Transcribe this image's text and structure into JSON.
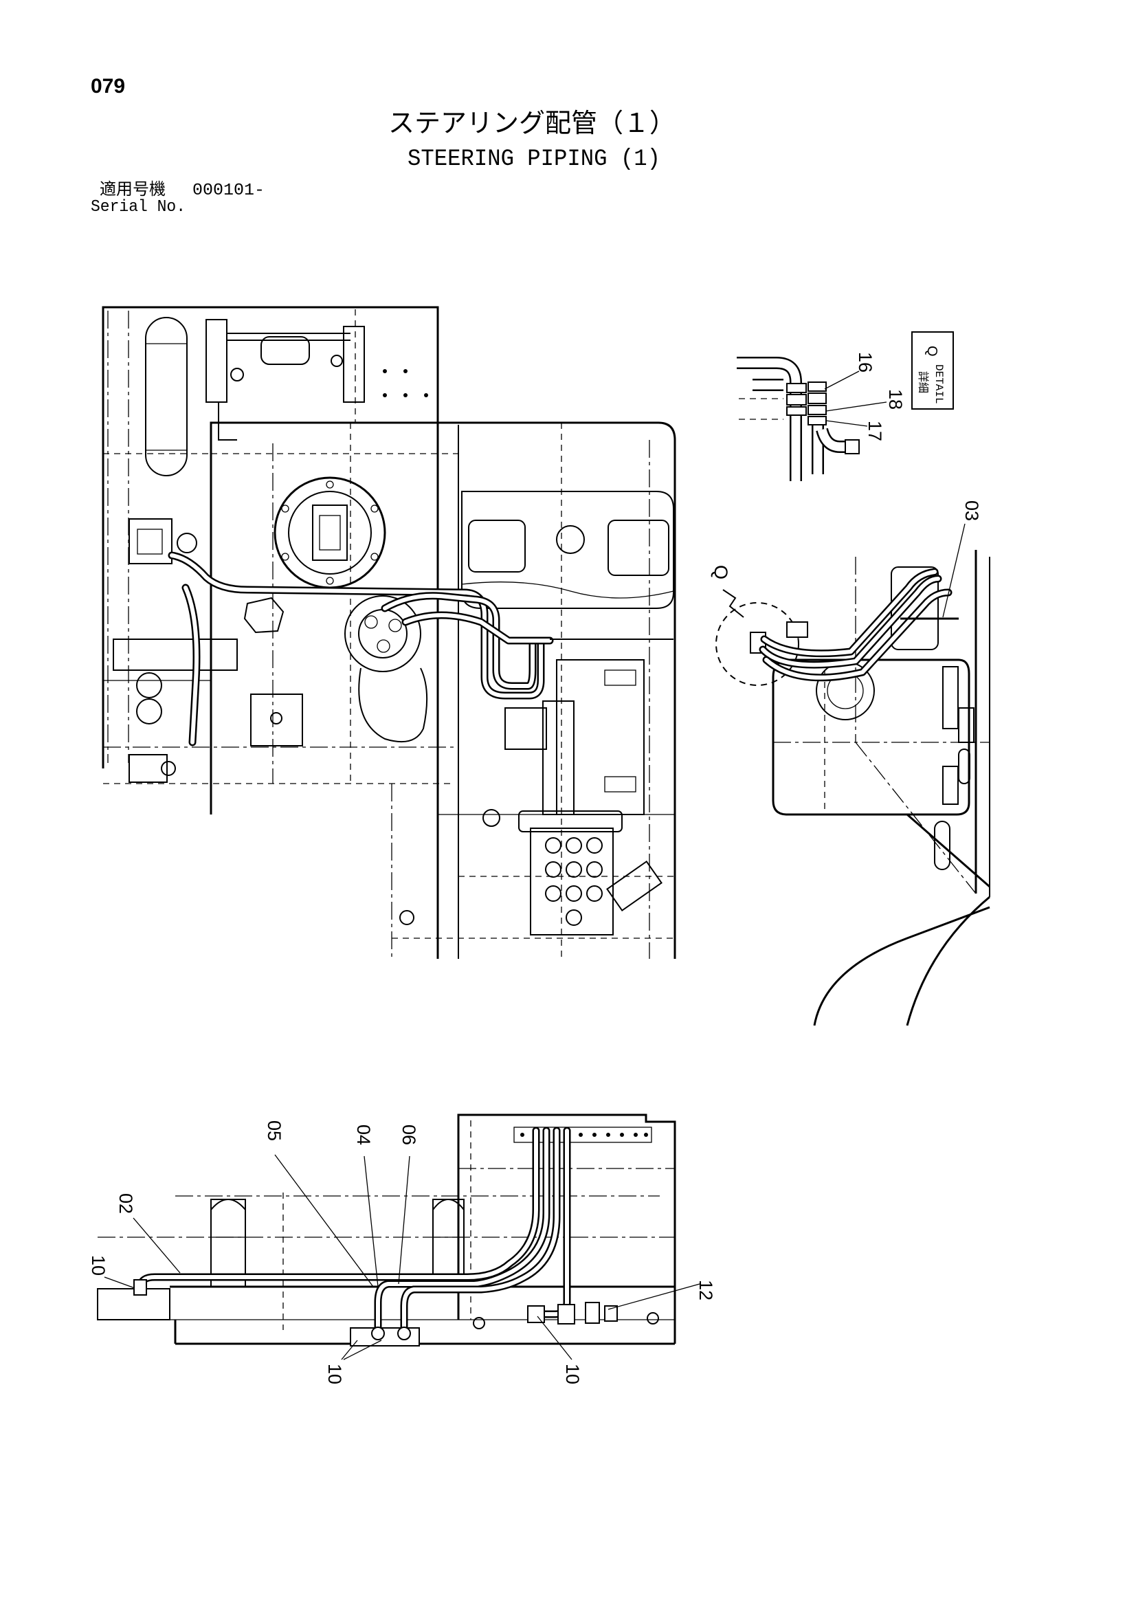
{
  "page_number": "079",
  "title": {
    "ja": "ステアリング配管（１）",
    "en": "STEERING PIPING (1)"
  },
  "serial": {
    "label_ja": "適用号機",
    "value": "000101-",
    "label_en": "Serial No."
  },
  "detail_box": {
    "letter": "Q",
    "label_en": "DETAIL",
    "label_ja": "詳細"
  },
  "callouts": {
    "detail_upper": [
      "16",
      "18",
      "17"
    ],
    "detail_lower": [
      "03",
      "Q"
    ],
    "side_view": [
      "05",
      "04",
      "06",
      "02",
      "10",
      "12",
      "10",
      "10"
    ]
  }
}
